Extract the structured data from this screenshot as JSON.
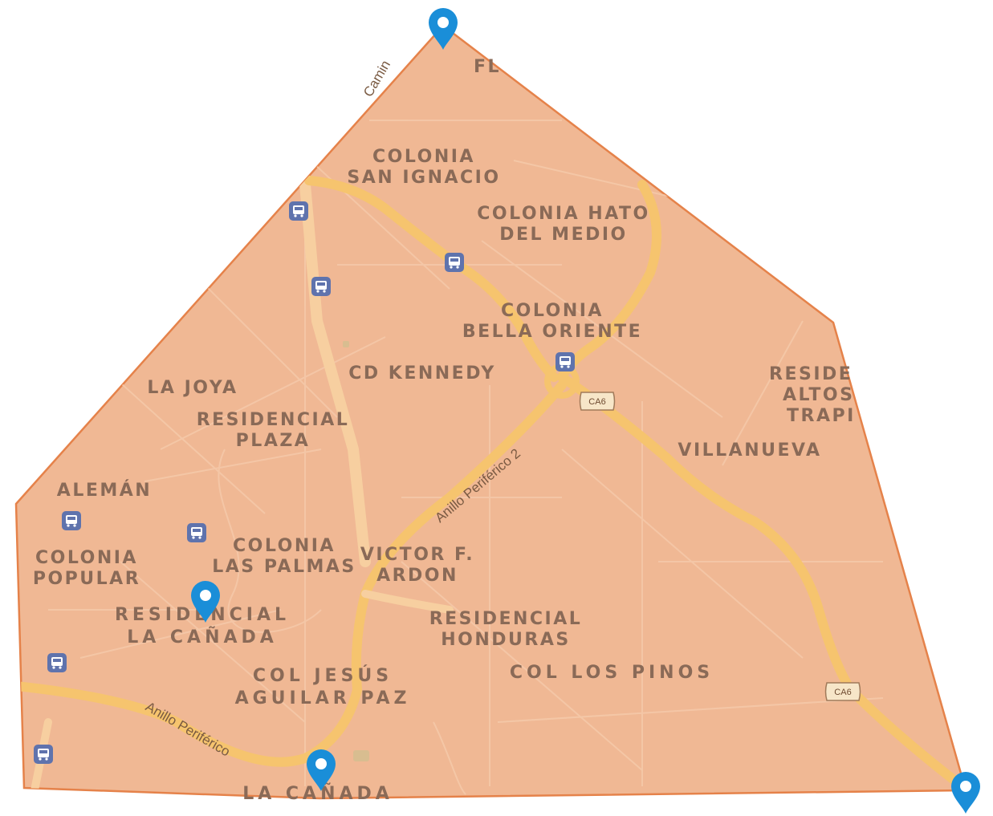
{
  "map": {
    "polygon_fill": "#f0b894",
    "polygon_stroke": "#e5824a",
    "road_color": "#f6c46e",
    "pin_color": "#1a8ed8",
    "transit_icon_color": "#5f73ad"
  },
  "labels": {
    "flores_partial": "FL",
    "camino_partial": "Camin",
    "san_ignacio_1": "COLONIA",
    "san_ignacio_2": "SAN IGNACIO",
    "hato_1": "COLONIA HATO",
    "hato_2": "DEL MEDIO",
    "bella_1": "COLONIA",
    "bella_2": "BELLA ORIENTE",
    "kennedy": "CD KENNEDY",
    "la_joya": "LA JOYA",
    "res_plaza_1": "RESIDENCIAL",
    "res_plaza_2": "PLAZA",
    "altos_1": "RESIDE",
    "altos_2": "ALTOS",
    "altos_3": "TRAPI",
    "villanueva": "VILLANUEVA",
    "aleman": "ALEMÁN",
    "popular_1": "COLONIA",
    "popular_2": "POPULAR",
    "palmas_1": "COLONIA",
    "palmas_2": "LAS PALMAS",
    "victor_1": "VICTOR F.",
    "victor_2": "ARDON",
    "canada_res_1": "RESIDENCIAL",
    "canada_res_2": "LA CAÑADA",
    "honduras_1": "RESIDENCIAL",
    "honduras_2": "HONDURAS",
    "jesus_1": "COL JESÚS",
    "jesus_2": "AGUILAR PAZ",
    "pinos": "COL LOS PINOS",
    "la_canada": "LA CAÑADA"
  },
  "roads": {
    "periferico_2": "Anillo Periférico 2",
    "periferico": "Anillo Periférico",
    "ca6": "CA6"
  },
  "icons": {
    "pin": "map-pin-icon",
    "transit": "bus-stop-icon"
  }
}
